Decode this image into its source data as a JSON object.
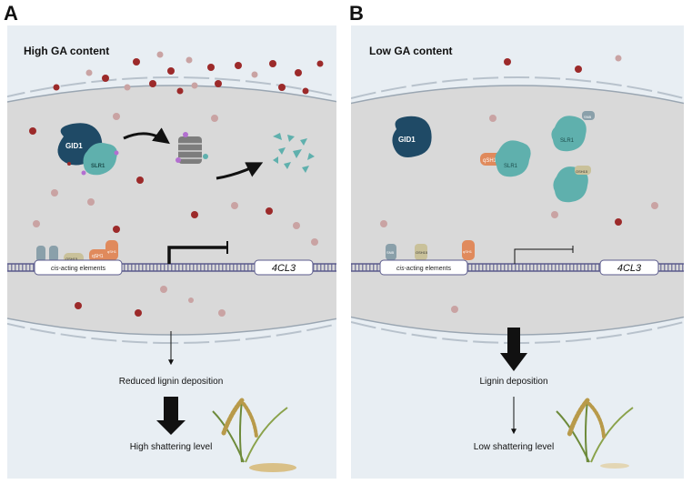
{
  "panels": [
    {
      "letter": "A",
      "condition": "High GA content",
      "proteins": {
        "gid1": "GID1",
        "slr1": "SLR1"
      },
      "promoter_label": "cis-acting elements",
      "promoter_prefix": "cis",
      "promoter_suffix": "-acting elements",
      "gene": "4CL3",
      "tf_labels": [
        "qSH1",
        "qSH1",
        "OSH15"
      ],
      "outcome_1": "Reduced lignin deposition",
      "outcome_2": "High shattering level"
    },
    {
      "letter": "B",
      "condition": "Low GA content",
      "proteins": {
        "gid1": "GID1",
        "slr1_a": "SLR1",
        "qsh1": "qSH1",
        "slr1_b": "SLR1",
        "osh15": "OSH15",
        "snb": "SNB"
      },
      "promoter_label": "cis-acting elements",
      "promoter_prefix": "cis",
      "promoter_suffix": "-acting elements",
      "gene": "4CL3",
      "tf_labels": [
        "SNB",
        "OSH15",
        "qSH1"
      ],
      "outcome_1": "Lignin deposition",
      "outcome_2": "Low shattering level"
    }
  ],
  "colors": {
    "panel_bg": "#e8eef3",
    "cell_bg": "#dcdcdc",
    "membrane": "#9aa6b2",
    "ga_dark": "#9c2a2a",
    "ga_light": "#c9a3a3",
    "gid1": "#1f4a66",
    "slr1": "#5fb0ad",
    "dna_line": "#5a5a8c",
    "rice": "#b89a4a"
  }
}
